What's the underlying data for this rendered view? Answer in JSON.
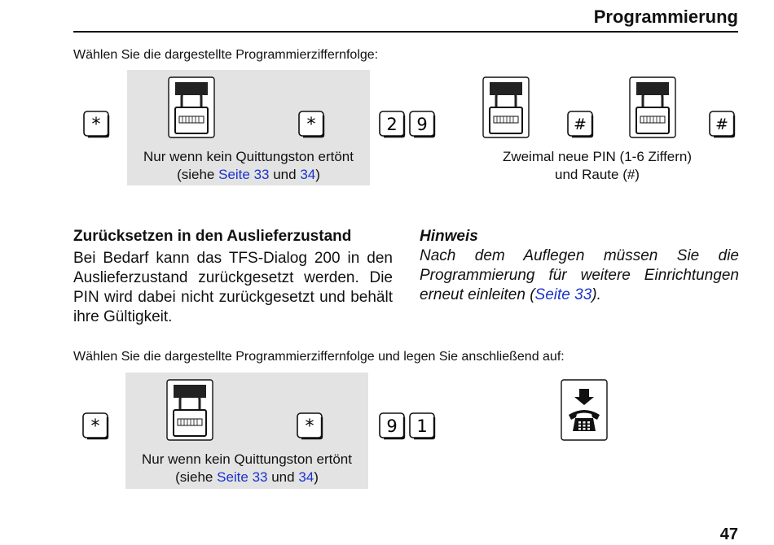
{
  "header": {
    "title": "Programmierung"
  },
  "step1": {
    "instruction": "Wählen Sie die dargestellte Programmierziffernfolge:",
    "keys": {
      "star": "*",
      "hash": "#",
      "digit_a": "2",
      "digit_b": "9"
    },
    "caption_left": {
      "line1": "Nur wenn kein Quittungston ertönt",
      "prefix": "(siehe ",
      "link1": "Seite 33",
      "middle": " und ",
      "link2": "34",
      "suffix": ")"
    },
    "caption_right": {
      "line1": "Zweimal neue PIN (1-6 Ziffern)",
      "line2": "und Raute (#)"
    }
  },
  "reset": {
    "title": "Zurücksetzen in den Auslieferzustand",
    "text": "Bei Bedarf kann das TFS-Dialog 200 in den Auslieferzustand zurückgesetzt werden. Die PIN wird dabei nicht zurückgesetzt und behält ihre Gültigkeit."
  },
  "hint": {
    "title": "Hinweis",
    "text": "Nach dem Auflegen müssen Sie die Programmierung für weitere Einrichtungen erneut einleiten (",
    "link": "Seite 33",
    "suffix": ")."
  },
  "step2": {
    "instruction": "Wählen Sie die dargestellte Programmierziffernfolge und legen Sie anschließend auf:",
    "keys": {
      "star": "*",
      "digit_a": "9",
      "digit_b": "1"
    },
    "caption": {
      "line1": "Nur wenn kein Quittungston ertönt",
      "prefix": "(siehe ",
      "link1": "Seite 33",
      "middle": " und ",
      "link2": "34",
      "suffix": ")"
    }
  },
  "footer": {
    "page_number": "47"
  }
}
